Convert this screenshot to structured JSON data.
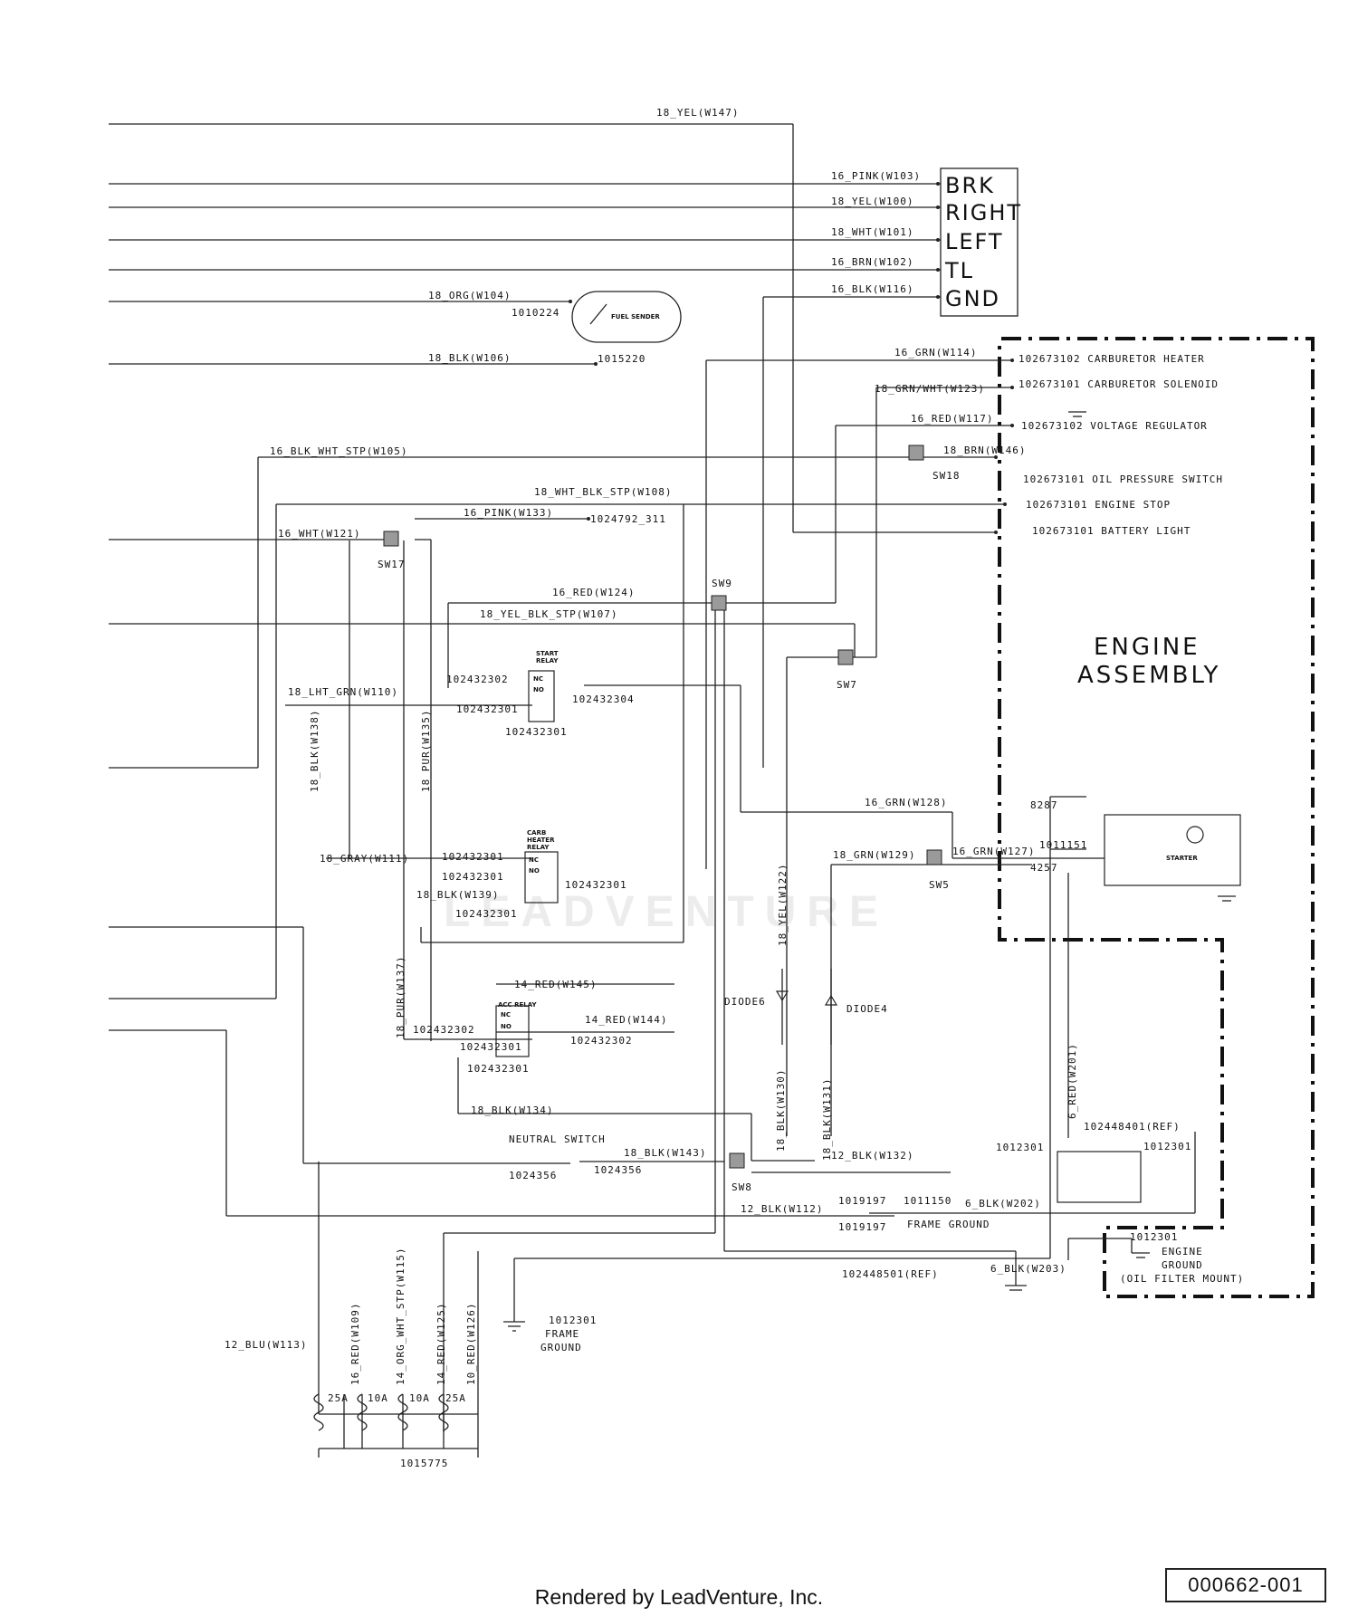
{
  "watermark": "LEADVENTURE",
  "doc_number": "000662-001",
  "footer": "Rendered by LeadVenture, Inc.",
  "connector": [
    "BRK",
    "RIGHT",
    "LEFT",
    "TL",
    "GND"
  ],
  "engine_title": [
    "ENGINE",
    "ASSEMBLY"
  ],
  "engine_items": [
    "102673102 CARBURETOR HEATER",
    "102673101 CARBURETOR SOLENOID",
    "102673102 VOLTAGE REGULATOR",
    "102673101 OIL PRESSURE SWITCH",
    "102673101  ENGINE STOP",
    "102673101  BATTERY LIGHT"
  ],
  "wires": {
    "w147": "18_YEL(W147)",
    "w103": "16_PINK(W103)",
    "w100": "18_YEL(W100)",
    "w101": "18_WHT(W101)",
    "w102": "16_BRN(W102)",
    "w116": "16_BLK(W116)",
    "w104": "18_ORG(W104)",
    "w106": "18_BLK(W106)",
    "w114": "16_GRN(W114)",
    "w123": "18_GRN/WHT(W123)",
    "w117": "16_RED(W117)",
    "w146": "18_BRN(W146)",
    "w105": "16_BLK_WHT_STP(W105)",
    "w108": "18_WHT_BLK_STP(W108)",
    "w133": "16_PINK(W133)",
    "w121": "16_WHT(W121)",
    "w124": "16_RED(W124)",
    "w107": "18_YEL_BLK_STP(W107)",
    "w110": "18_LHT_GRN(W110)",
    "w138": "18_BLK(W138)",
    "w135": "18_PUR(W135)",
    "w128": "16_GRN(W128)",
    "w129": "18_GRN(W129)",
    "w127": "16_GRN(W127)",
    "w122": "18_YEL(W122)",
    "w111": "18_GRAY(W111)",
    "w139": "18_BLK(W139)",
    "w145": "14_RED(W145)",
    "w144": "14_RED(W144)",
    "w137": "18_PUR(W137)",
    "w134": "18_BLK(W134)",
    "w143": "18_BLK(W143)",
    "w130": "18_BLK(W130)",
    "w131": "18_BLK(W131)",
    "w132": "12_BLK(W132)",
    "w112": "12_BLK(W112)",
    "w202": "6_BLK(W202)",
    "w201": "6_RED(W201)",
    "w203": "6_BLK(W203)",
    "w113": "12_BLU(W113)",
    "w109": "16_RED(W109)",
    "w115": "14_ORG_WHT_STP(W115)",
    "w125": "14_RED(W125)",
    "w126": "10_RED(W126)"
  },
  "parts": {
    "p1010224": "1010224",
    "fuel_sender": "FUEL SENDER",
    "p1015220": "1015220",
    "p1024792": "1024792_311",
    "start_relay_a": "START",
    "start_relay_b": "RELAY",
    "nc": "NC",
    "no": "NO",
    "p102432302a": "102432302",
    "p102432301a": "102432301",
    "p102432304": "102432304",
    "p102432301b": "102432301",
    "carb_a": "CARB",
    "carb_b": "HEATER",
    "carb_c": "RELAY",
    "p102432301c": "102432301",
    "p102432301d": "102432301",
    "p102432301e": "102432301",
    "p102432301f": "102432301",
    "acc_relay": "ACC RELAY",
    "p102432302b": "102432302",
    "p102432302c": "102432302",
    "p102432301g": "102432301",
    "p102432301h": "102432301",
    "neutral_switch": "NEUTRAL SWITCH",
    "p1024356a": "1024356",
    "p1024356b": "1024356",
    "p8287": "8287",
    "p1011151": "1011151",
    "p4257": "4257",
    "starter": "STARTER",
    "p1012301a": "1012301",
    "p102448401": "102448401(REF)",
    "p1012301b": "1012301",
    "p1019197a": "1019197",
    "p1011150": "1011150",
    "p1019197b": "1019197",
    "frame_ground": "FRAME GROUND",
    "p1012301c": "1012301",
    "engine_ground_a": "ENGINE",
    "engine_ground_b": "GROUND",
    "engine_ground_c": "(OIL FILTER MOUNT)",
    "p102448501": "102448501(REF)",
    "p1012301d": "1012301",
    "frame_a": "FRAME",
    "frame_b": "GROUND",
    "f25a": "25A",
    "f10a": "10A",
    "f10a2": "10A",
    "f25a2": "25A",
    "p1015775": "1015775"
  },
  "switches": {
    "sw18": "SW18",
    "sw17": "SW17",
    "sw9": "SW9",
    "sw7": "SW7",
    "sw5": "SW5",
    "sw8": "SW8"
  },
  "diodes": {
    "d6": "DIODE6",
    "d4": "DIODE4"
  }
}
